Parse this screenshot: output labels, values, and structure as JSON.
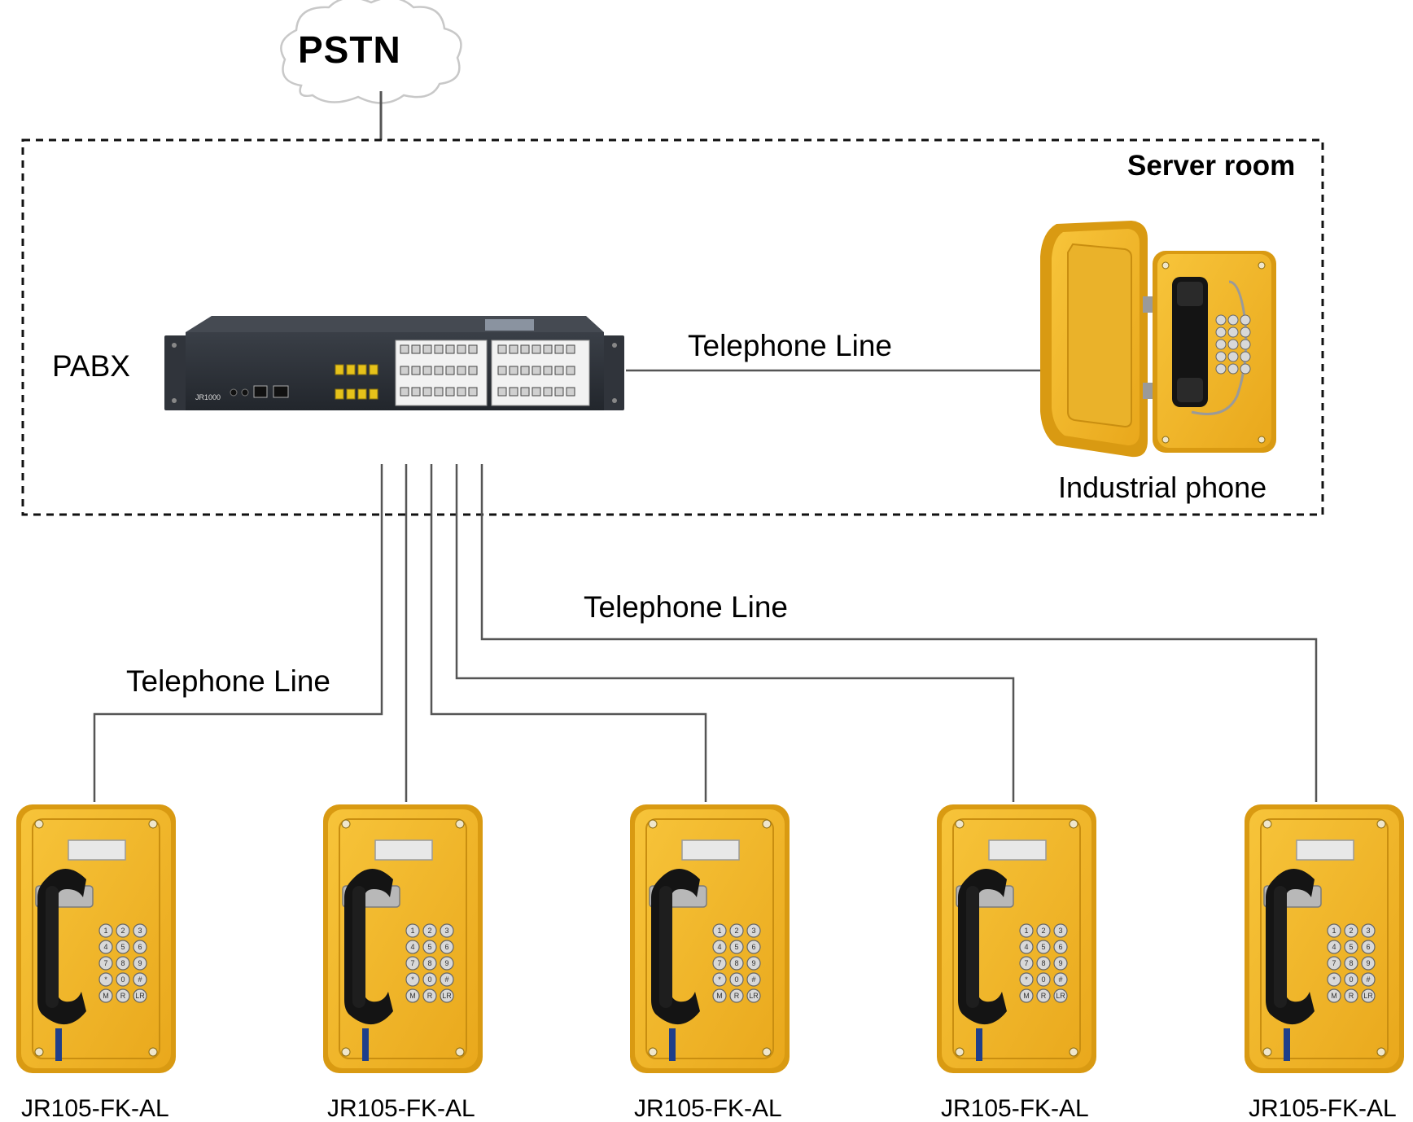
{
  "network": {
    "label": "PSTN"
  },
  "server_room": {
    "label": "Server room",
    "pabx_label": "PABX",
    "pabx_model": "JR1000",
    "line_label": "Telephone Line",
    "phone_label": "Industrial phone"
  },
  "field": {
    "line_label_right": "Telephone Line",
    "line_label_left": "Telephone Line",
    "phones": [
      {
        "model": "JR105-FK-AL"
      },
      {
        "model": "JR105-FK-AL"
      },
      {
        "model": "JR105-FK-AL"
      },
      {
        "model": "JR105-FK-AL"
      },
      {
        "model": "JR105-FK-AL"
      }
    ],
    "keypad_keys": [
      "1",
      "2",
      "3",
      "4",
      "5",
      "6",
      "7",
      "8",
      "9",
      "*",
      "0",
      "#",
      "M",
      "R",
      "LR"
    ]
  },
  "colors": {
    "phone_yellow": "#f2b428",
    "phone_shadow": "#d99a12",
    "handset_black": "#141414",
    "pabx_body": "#2b2f36",
    "port_yellow": "#e6c21a",
    "line_gray": "#555555"
  }
}
